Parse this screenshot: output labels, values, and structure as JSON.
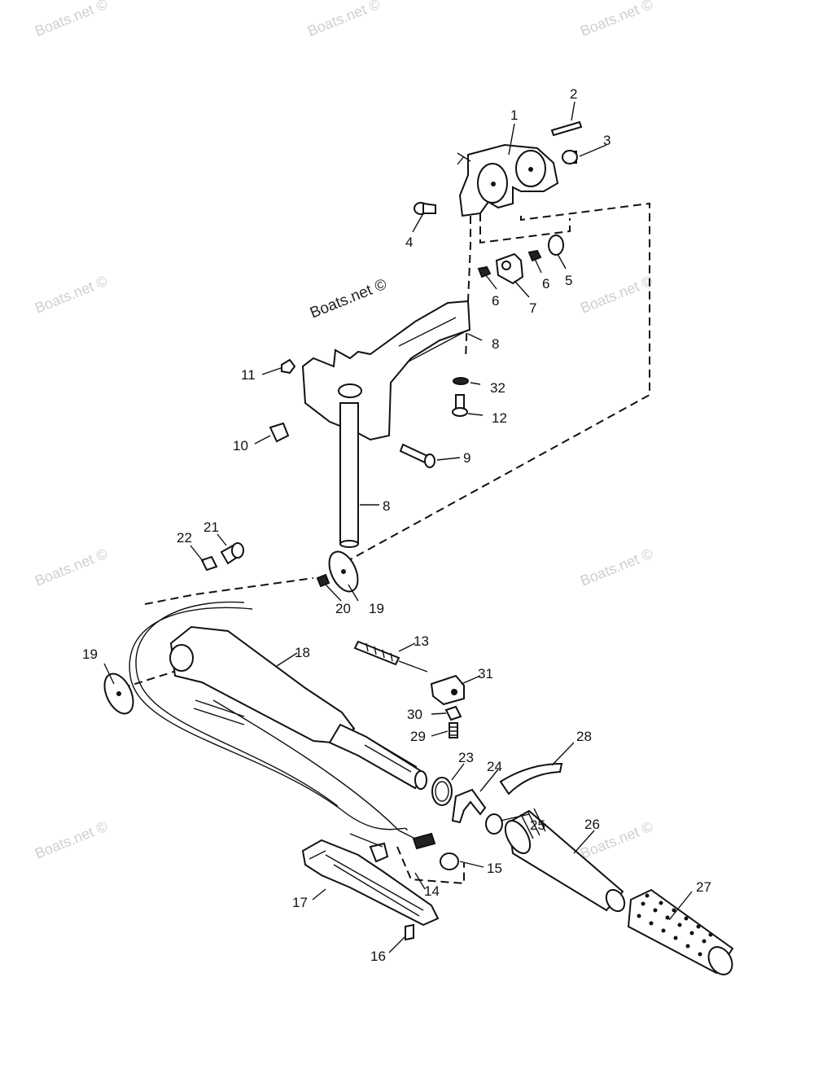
{
  "watermark": "Boats.net ©",
  "callouts": [
    "1",
    "2",
    "3",
    "4",
    "5",
    "6",
    "6",
    "7",
    "8",
    "32",
    "11",
    "12",
    "10",
    "9",
    "8",
    "22",
    "21",
    "20",
    "19",
    "13",
    "18",
    "31",
    "19",
    "30",
    "29",
    "23",
    "24",
    "28",
    "25",
    "26",
    "15",
    "14",
    "17",
    "27",
    "16"
  ]
}
